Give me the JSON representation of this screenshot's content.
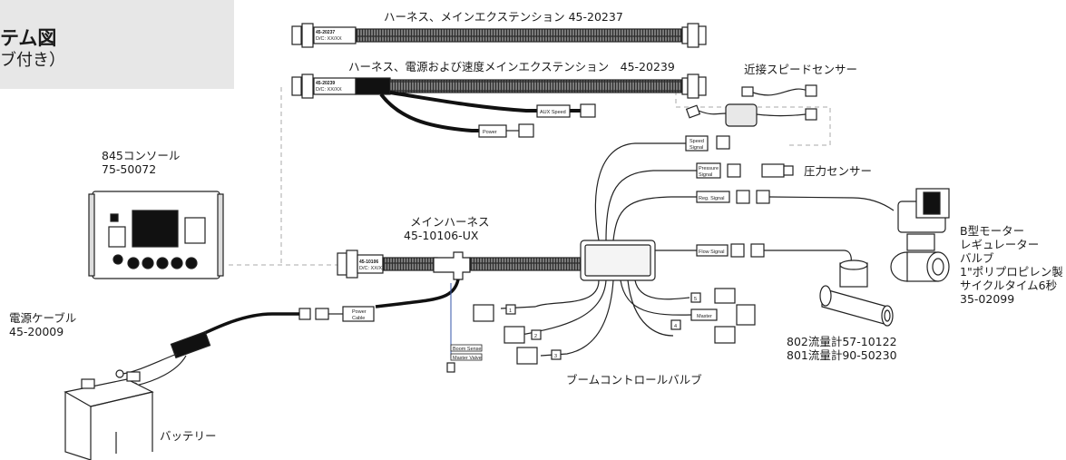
{
  "title": {
    "line1": "テム図",
    "line2": "ブ付き）"
  },
  "labels": {
    "main_ext": "ハーネス、メインエクステンション 45-20237",
    "power_ext": "ハーネス、電源および速度メインエクステンション　45-20239",
    "prox_sensor": "近接スピードセンサー",
    "console_name": "845コンソール",
    "console_pn": "75-50072",
    "main_harness_name": "メインハーネス",
    "main_harness_pn": "45-10106-UX",
    "pressure_sensor": "圧力センサー",
    "motor": [
      "B型モーター",
      "レギュレーター",
      "バルブ",
      "1\"ポリプロピレン製",
      "サイクルタイム6秒",
      "35-02099"
    ],
    "power_cable_name": "電源ケーブル",
    "power_cable_pn": "45-20009",
    "flowmeter1": "802流量計57-10122",
    "flowmeter2": "801流量計90-50230",
    "boom_valves": "ブームコントロールバルブ",
    "battery": "バッテリー"
  },
  "tags": {
    "aux_speed": "AUX Speed",
    "power": "Power",
    "speed_signal": [
      "Speed",
      "Signal"
    ],
    "pressure_signal": [
      "Pressure",
      "Signal"
    ],
    "reg_signal": "Reg. Signal",
    "flow_signal": "Flow Signal",
    "master": "Master",
    "power_cable": [
      "Power",
      "Cable"
    ],
    "boom_sense": "Boom Sense",
    "master_valve": "Master Valve",
    "boom_numbers": [
      "1",
      "2",
      "3",
      "4",
      "5"
    ]
  },
  "part_stamps": {
    "ext1": [
      "45-20237",
      "D/C: XX/XX"
    ],
    "ext2": [
      "45-20239",
      "D/C: XX/XX"
    ],
    "harness": [
      "45-10106",
      "D/C: XX/XX"
    ]
  }
}
